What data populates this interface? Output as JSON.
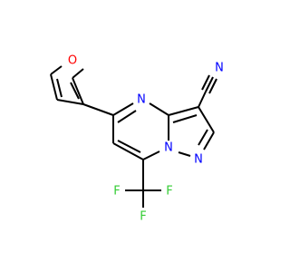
{
  "molecule": {
    "description_text": "",
    "colors": {
      "bond": "#000000",
      "oxygen": "#ff0000",
      "nitrogen": "#0000ff",
      "fluorine": "#33cc33"
    },
    "atoms": {
      "o_furan": "O",
      "n_nitrile": "N",
      "n_ring_top": "N",
      "n_bridge": "N",
      "n_pyrazole": "N",
      "f_left": "F",
      "f_right": "F",
      "f_bottom": "F"
    }
  }
}
